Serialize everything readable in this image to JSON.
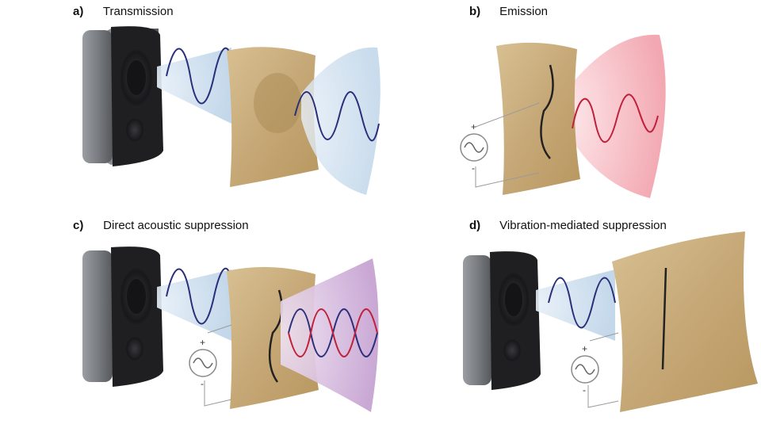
{
  "figure": {
    "panels": [
      {
        "id": "a",
        "letter": "a)",
        "title": "Transmission"
      },
      {
        "id": "b",
        "letter": "b)",
        "title": "Emission"
      },
      {
        "id": "c",
        "letter": "c)",
        "title": "Direct acoustic suppression"
      },
      {
        "id": "d",
        "letter": "d)",
        "title": "Vibration-mediated suppression"
      }
    ],
    "source_signs": {
      "plus": "+",
      "minus": "-"
    },
    "colors": {
      "wave_blue": "#2b2f7a",
      "wave_red": "#c0203a",
      "fabric": "#c9ad7a",
      "speaker_body": "#6e7276",
      "speaker_front": "#1f1f22",
      "blue_beam": "#cfe0ef",
      "red_beam": "#f6b8bf",
      "purple_beam": "#cdb0d6"
    },
    "icons": [
      "speaker-icon",
      "fabric-sheet-icon",
      "ac-voltage-source-icon",
      "sound-wave-icon",
      "sound-beam-icon"
    ]
  }
}
